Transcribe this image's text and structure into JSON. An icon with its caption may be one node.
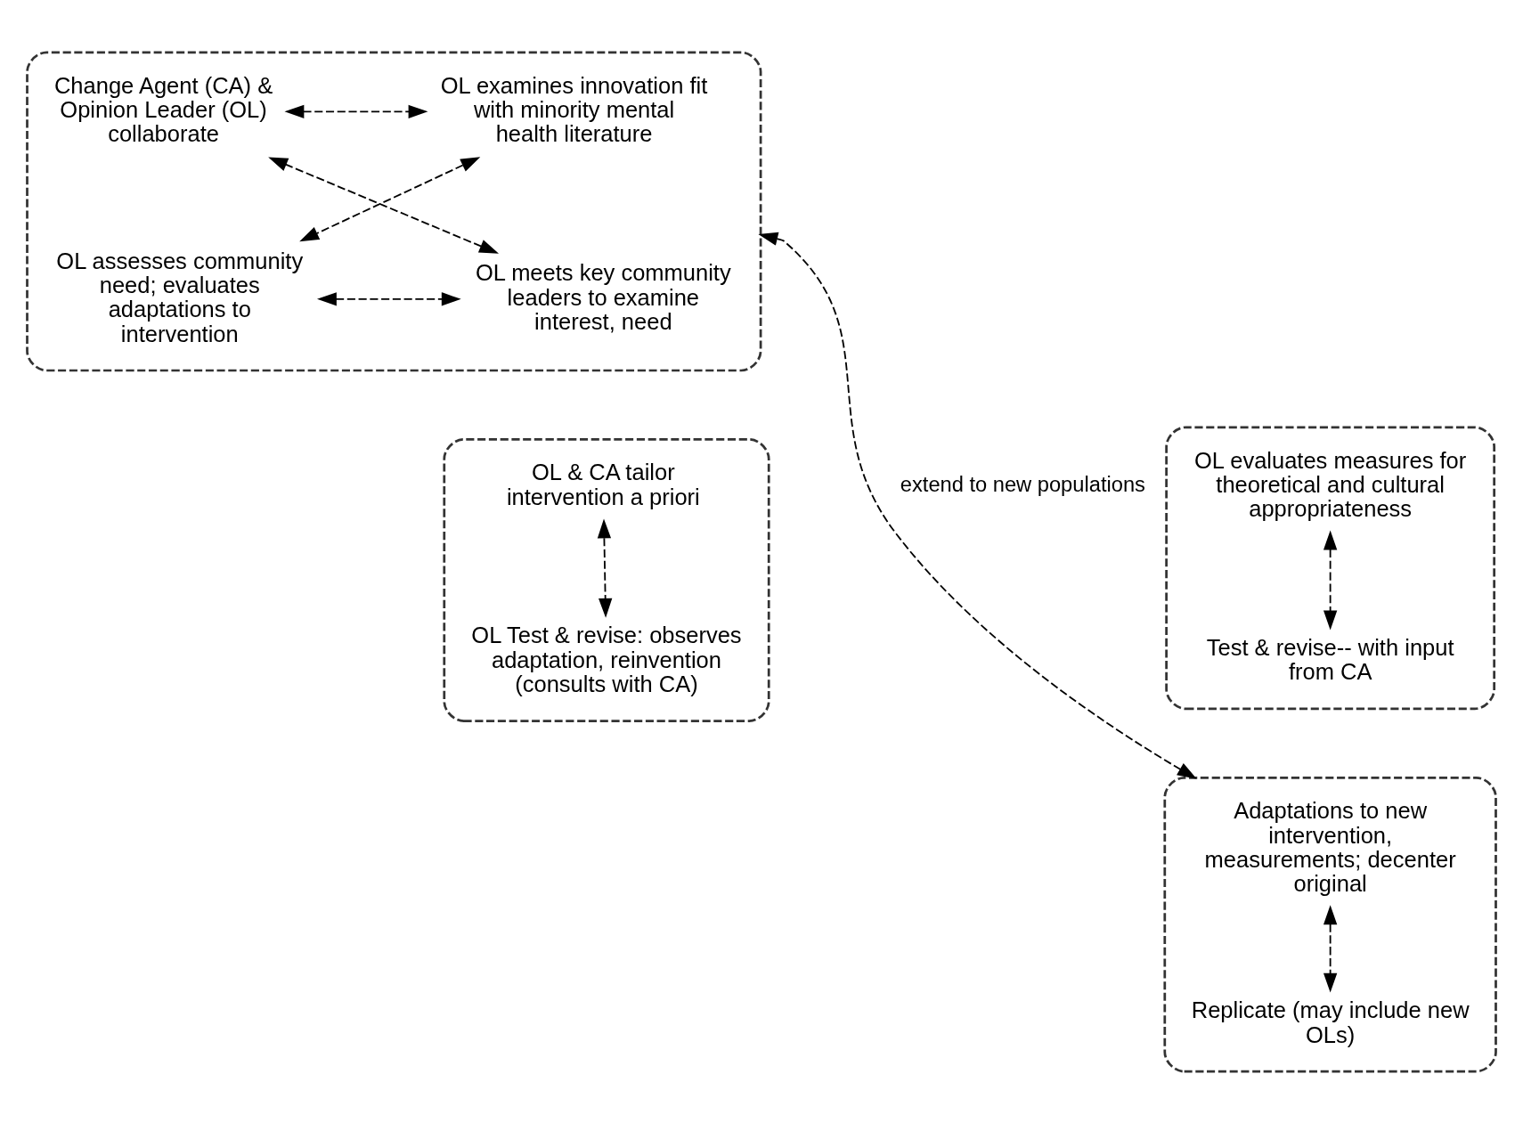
{
  "diagram": {
    "nodes": [
      {
        "text": [],
        "shape": "ellipse"
      },
      {
        "text": [
          "Change Agent (CA) & Opinion Leader (OL) collaborate"
        ],
        "in": 0
      },
      {
        "text": [
          "OL examines innovation fit with minority mental health literature"
        ],
        "in": 0
      },
      {
        "text": [
          "OL assesses community need; evaluates adaptations to intervention"
        ],
        "in": 0
      },
      {
        "text": [
          "OL meets key community leaders to examine interest, need"
        ],
        "in": 0
      },
      {
        "text": [],
        "shape": "ellipse"
      },
      {
        "text": [
          "OL & CA tailor intervention a priori"
        ],
        "in": 5
      },
      {
        "text": [
          "OL Test & revise: observes adaptation, reinvention (consults with CA)"
        ],
        "in": 5
      },
      {
        "text": [],
        "shape": "ellipse"
      },
      {
        "text": [
          "OL evaluates measures for theoretical and cultural appropriateness"
        ],
        "in": 8
      },
      {
        "text": [
          "Test & revise-- with input from CA"
        ],
        "in": 8
      },
      {
        "text": [],
        "shape": "ellipse"
      },
      {
        "text": [
          "Adaptations to new intervention, measurements; decenter original"
        ],
        "in": 11
      },
      {
        "text": [
          "Replicate (may include new OLs)"
        ],
        "in": 11
      }
    ],
    "edges": [
      {
        "from": 1,
        "to": 2,
        "arrow": "both",
        "style": "dashed"
      },
      {
        "from": 2,
        "to": 3,
        "arrow": "both",
        "style": "dashed"
      },
      {
        "from": 3,
        "to": 4,
        "arrow": "both",
        "style": "dashed"
      },
      {
        "from": 4,
        "to": 1,
        "arrow": "both",
        "style": "dashed"
      },
      {
        "from": 6,
        "to": 7,
        "arrow": "both",
        "style": "dashed"
      },
      {
        "from": 9,
        "to": 10,
        "arrow": "both",
        "style": "dashed"
      },
      {
        "from": 12,
        "to": 13,
        "arrow": "both",
        "style": "dashed"
      },
      {
        "from": 11,
        "to": 0,
        "arrow": "both",
        "style": "dashed",
        "label": "extend to new populations"
      }
    ]
  }
}
